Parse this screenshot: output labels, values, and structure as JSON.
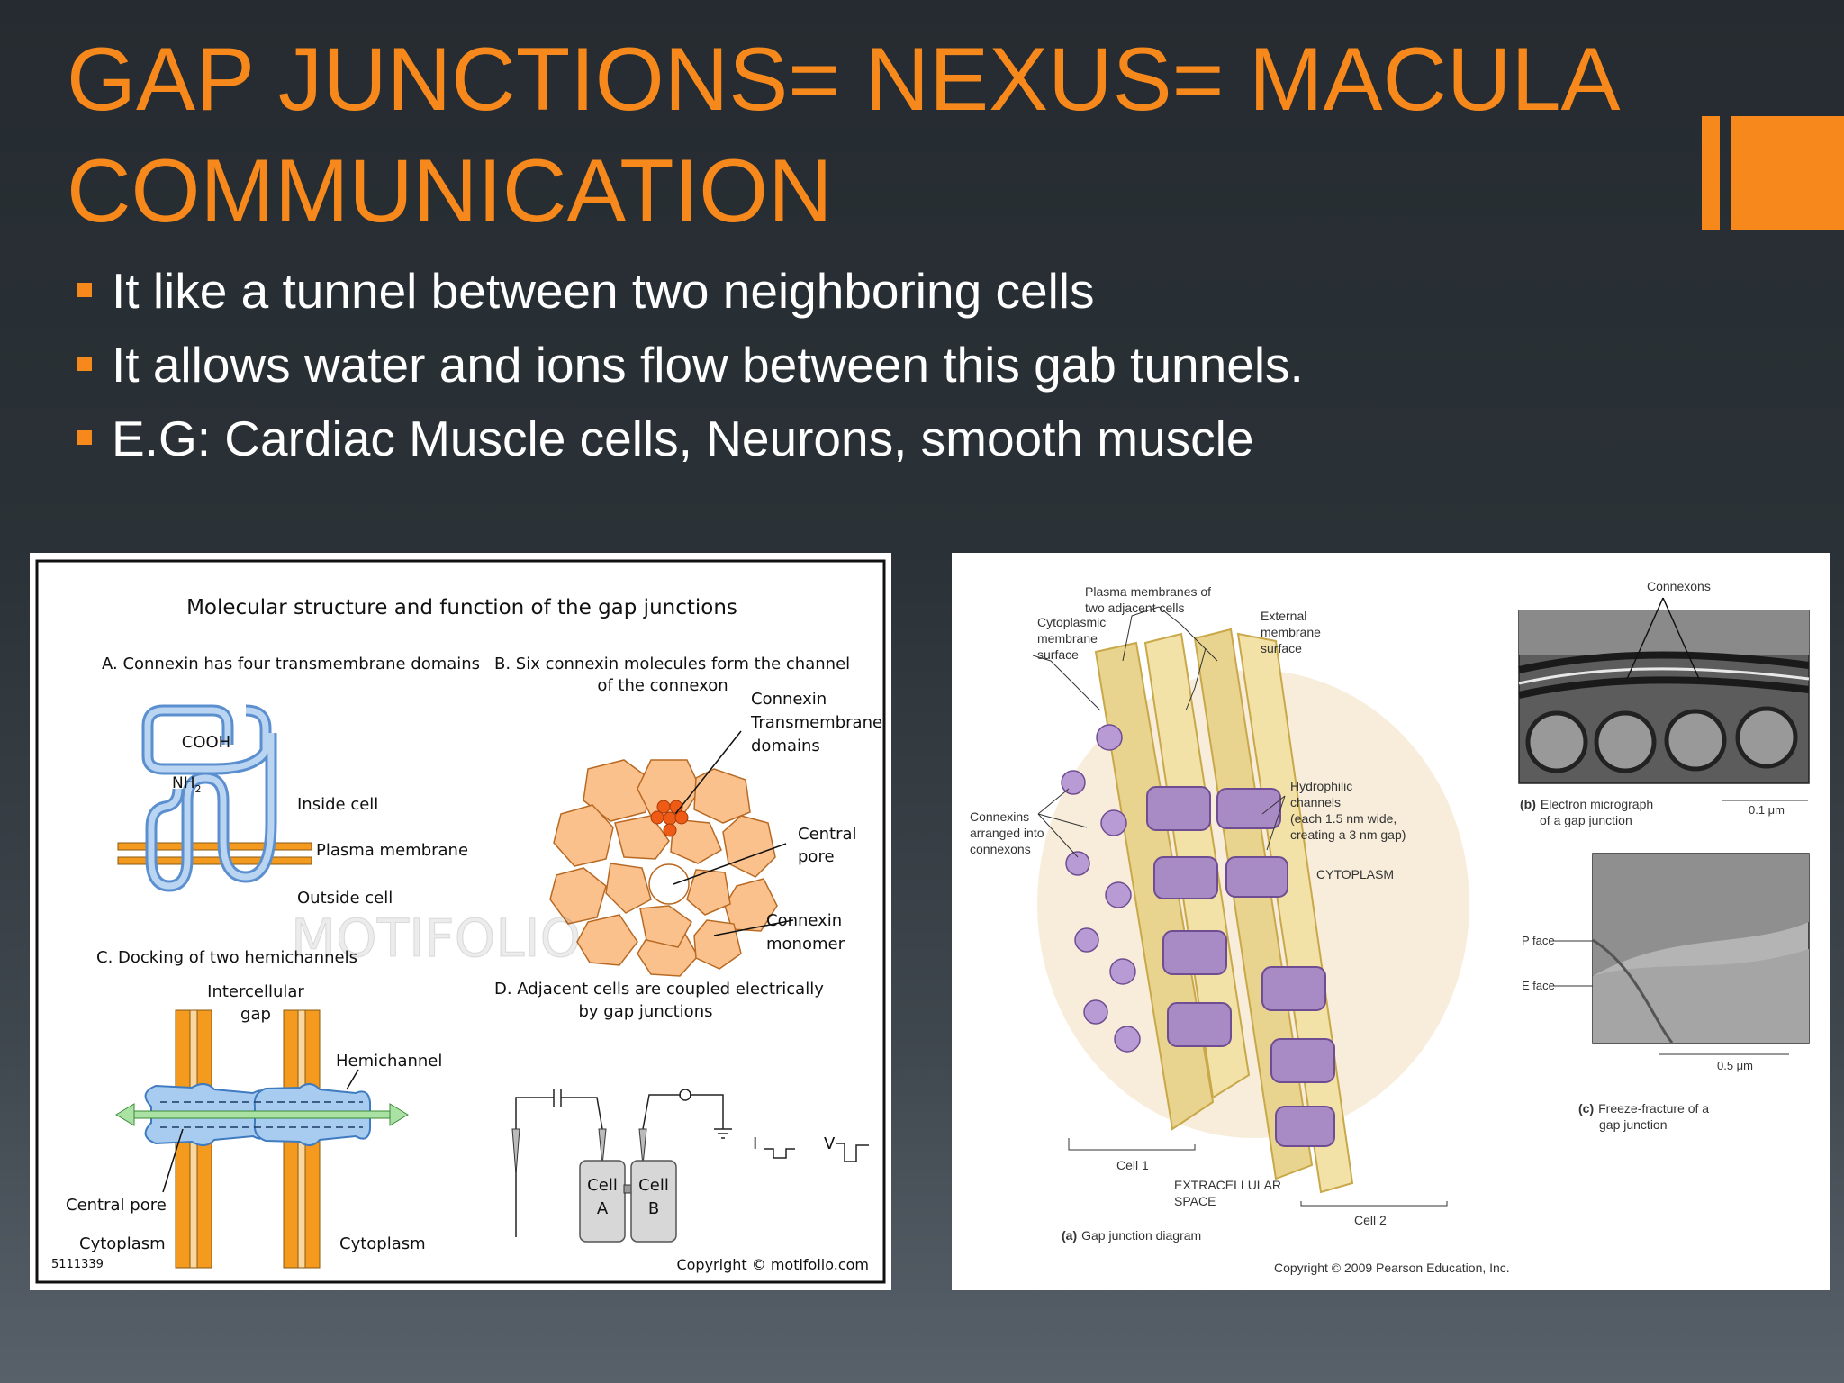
{
  "slide": {
    "title_line1": "GAP JUNCTIONS= NEXUS= MACULA",
    "title_line2": "COMMUNICATION",
    "accent_color": "#f7891c",
    "bullets": [
      "It like a tunnel between two neighboring cells",
      "It allows water and ions flow between this gab tunnels.",
      "E.G: Cardiac Muscle cells, Neurons, smooth muscle"
    ]
  },
  "figure_left": {
    "title": "Molecular structure and function of the gap junctions",
    "a_heading": "A. Connexin has four transmembrane domains",
    "b_heading_1": "B. Six connexin molecules form the channel",
    "b_heading_2": "of the connexon",
    "cooh": "COOH",
    "nh2": "NH",
    "nh2_sub": "2",
    "inside_cell": "Inside cell",
    "plasma_membrane": "Plasma membrane",
    "outside_cell": "Outside cell",
    "connexin_tm_1": "Connexin",
    "connexin_tm_2": "Transmembrane",
    "connexin_tm_3": "domains",
    "central_pore_b_1": "Central",
    "central_pore_b_2": "pore",
    "connexin_monomer_1": "Connexin",
    "connexin_monomer_2": "monomer",
    "c_heading": "C. Docking of two hemichannels",
    "intercellular_1": "Intercellular",
    "intercellular_2": "gap",
    "hemichannel": "Hemichannel",
    "central_pore_c": "Central pore",
    "cytoplasm_left": "Cytoplasm",
    "cytoplasm_right": "Cytoplasm",
    "d_heading_1": "D. Adjacent cells are coupled electrically",
    "d_heading_2": "by gap junctions",
    "cell_label": "Cell",
    "cell_a": "A",
    "cell_b": "B",
    "i_label": "I",
    "v_label": "V",
    "watermark": "MOTIFOLIO",
    "stock_id": "5111339",
    "copyright": "Copyright © motifolio.com"
  },
  "figure_right": {
    "plasma_membranes_1": "Plasma membranes of",
    "plasma_membranes_2": "two adjacent cells",
    "cyto_surface_1": "Cytoplasmic",
    "cyto_surface_2": "membrane",
    "cyto_surface_3": "surface",
    "ext_surface_1": "External",
    "ext_surface_2": "membrane",
    "ext_surface_3": "surface",
    "hydrophilic_1": "Hydrophilic",
    "hydrophilic_2": "channels",
    "hydrophilic_3": "(each 1.5 nm wide,",
    "hydrophilic_4": "creating a 3 nm gap)",
    "connexins_arranged_1": "Connexins",
    "connexins_arranged_2": "arranged into",
    "connexins_arranged_3": "connexons",
    "cytoplasm": "CYTOPLASM",
    "cell1": "Cell 1",
    "cell2": "Cell 2",
    "extracellular_1": "EXTRACELLULAR",
    "extracellular_2": "SPACE",
    "caption_a_letter": "(a)",
    "caption_a": "Gap junction diagram",
    "connexons": "Connexons",
    "caption_b_letter": "(b)",
    "caption_b_1": "Electron micrograph",
    "caption_b_2": "of a gap junction",
    "scale_b": "0.1 μm",
    "p_face": "P face",
    "e_face": "E face",
    "scale_c": "0.5 μm",
    "caption_c_letter": "(c)",
    "caption_c_1": "Freeze-fracture of a",
    "caption_c_2": "gap junction",
    "copyright": "Copyright © 2009 Pearson Education, Inc."
  }
}
